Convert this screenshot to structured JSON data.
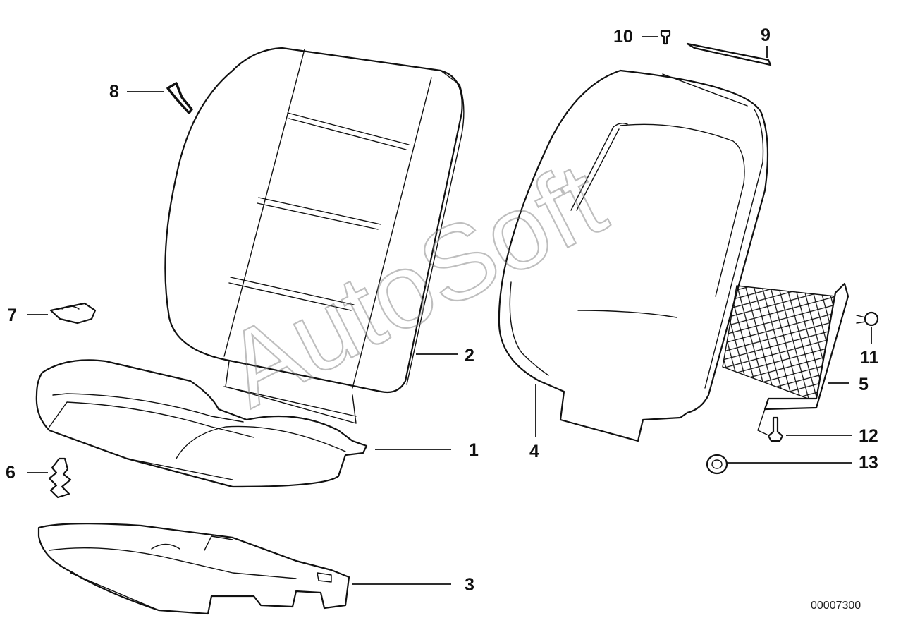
{
  "watermark": "AutoSoft",
  "reference_number": "00007300",
  "callouts": [
    {
      "label": "1"
    },
    {
      "label": "2"
    },
    {
      "label": "3"
    },
    {
      "label": "4"
    },
    {
      "label": "5"
    },
    {
      "label": "6"
    },
    {
      "label": "7"
    },
    {
      "label": "8"
    },
    {
      "label": "9"
    },
    {
      "label": "10"
    },
    {
      "label": "11"
    },
    {
      "label": "12"
    },
    {
      "label": "13"
    }
  ]
}
